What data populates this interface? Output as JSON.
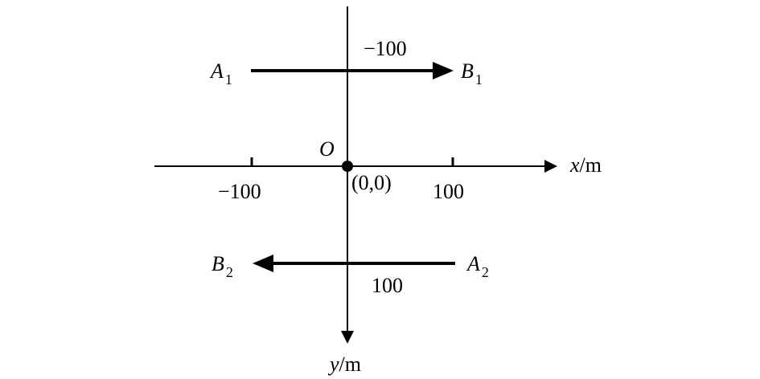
{
  "axes": {
    "x_label_var": "x",
    "x_label_unit": "/m",
    "y_label_var": "y",
    "y_label_unit": "/m",
    "origin_label": "O",
    "origin_coord": "(0,0)",
    "x_tick_neg": "−100",
    "x_tick_pos": "100"
  },
  "path1": {
    "start": "A",
    "start_sub": "1",
    "end": "B",
    "end_sub": "1",
    "y_value_label": "−100"
  },
  "path2": {
    "start": "A",
    "start_sub": "2",
    "end": "B",
    "end_sub": "2",
    "y_value_label": "100"
  }
}
